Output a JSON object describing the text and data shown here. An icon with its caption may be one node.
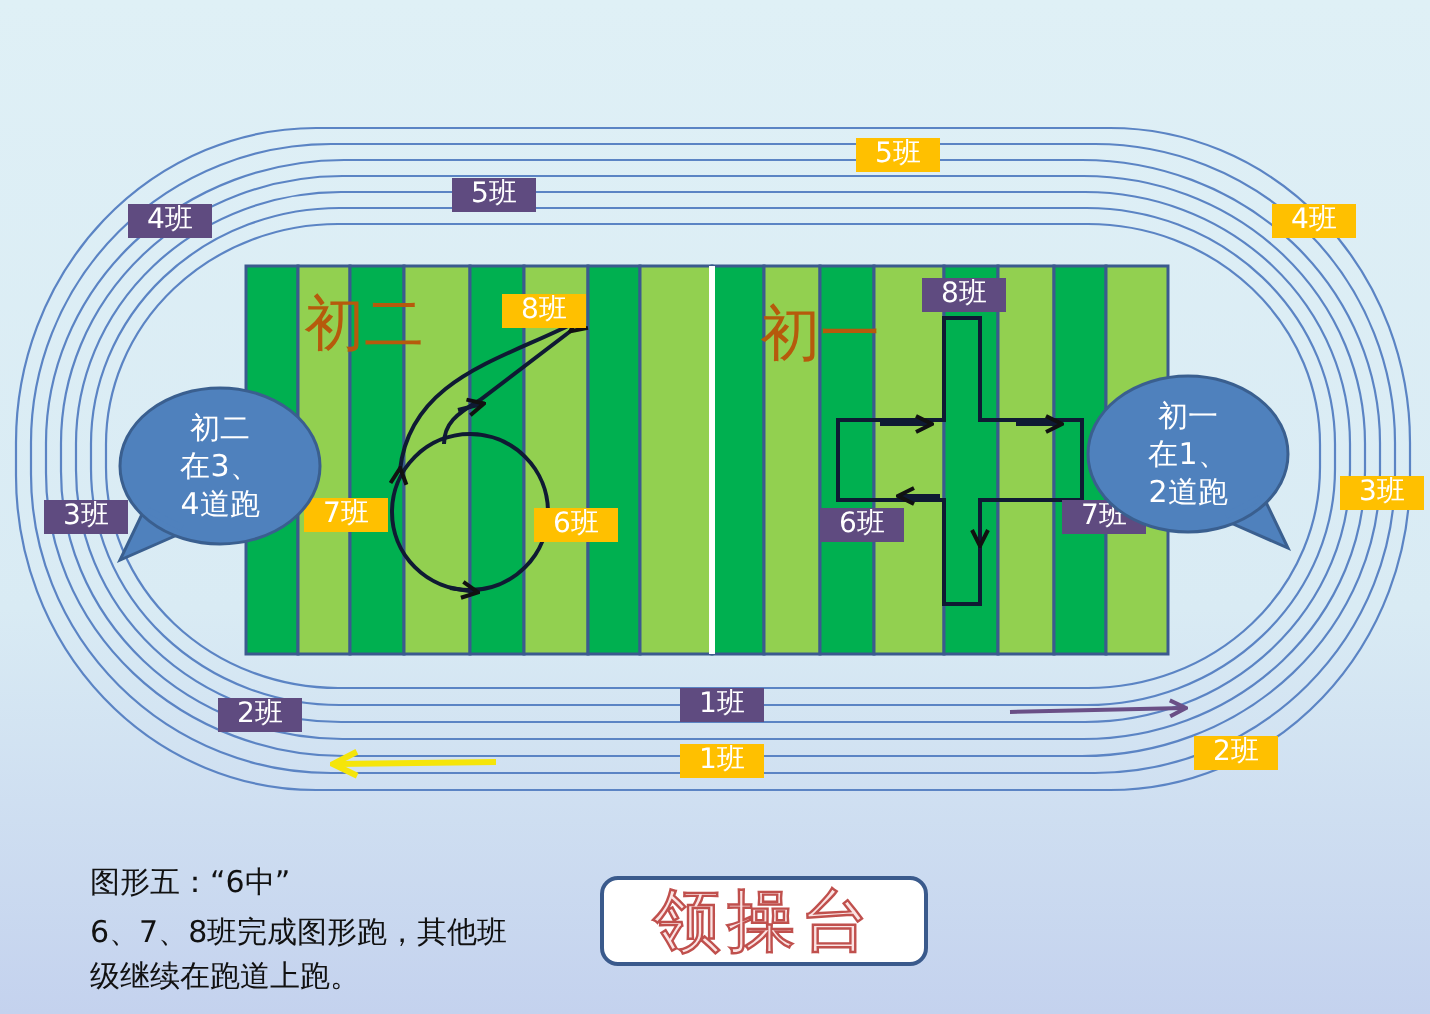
{
  "diagram": {
    "title": "图形五：“6中”",
    "nodes": [
      {
        "text": [
          "初二在3、4道跑"
        ]
      },
      {
        "text": [
          "初一在1、2道跑"
        ]
      },
      {
        "text": [
          "领操台"
        ]
      }
    ],
    "labels": [
      "5班",
      "4班",
      "5班",
      "4班",
      "初二",
      "8班",
      "初一",
      "8班",
      "3班",
      "7班",
      "6班",
      "3班",
      "6班",
      "7班",
      "2班",
      "1班",
      "1班",
      "2班",
      "6、7、8班完成图形跑，其他班级继续在跑道上跑。"
    ]
  }
}
